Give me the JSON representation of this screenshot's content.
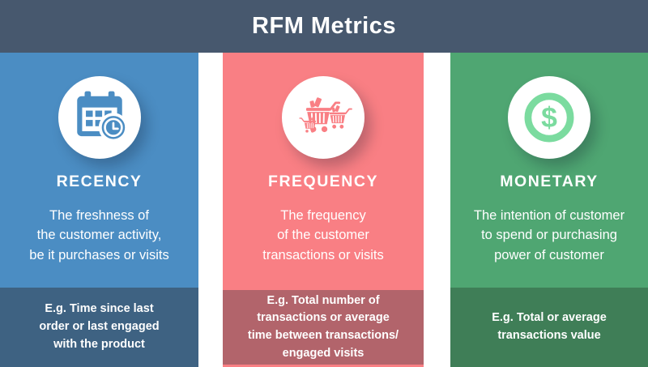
{
  "header": {
    "title": "RFM Metrics",
    "bg": "#47586e"
  },
  "columns": [
    {
      "id": "recency",
      "title": "RECENCY",
      "description": "The freshness of\nthe customer activity,\nbe it purchases or visits",
      "example": "E.g. Time since last\norder or last engaged\nwith the product",
      "icon": "calendar-clock-icon",
      "colors": {
        "bg": "#4b8dc3",
        "footer": "#3e6282"
      }
    },
    {
      "id": "frequency",
      "title": "FREQUENCY",
      "description": "The frequency\nof the customer\ntransactions or visits",
      "example": "E.g. Total number of\ntransactions or average\ntime between transactions/\nengaged visits",
      "icon": "shopping-carts-icon",
      "colors": {
        "bg": "#f97f84",
        "footer": "#b2646b"
      }
    },
    {
      "id": "monetary",
      "title": "MONETARY",
      "description": "The intention of customer\nto spend or purchasing\npower of customer",
      "example": "E.g. Total or average\ntransactions value",
      "icon": "dollar-coin-icon",
      "colors": {
        "bg": "#4fa672",
        "footer": "#3f7e57",
        "accent": "#7bdb9f"
      }
    }
  ]
}
